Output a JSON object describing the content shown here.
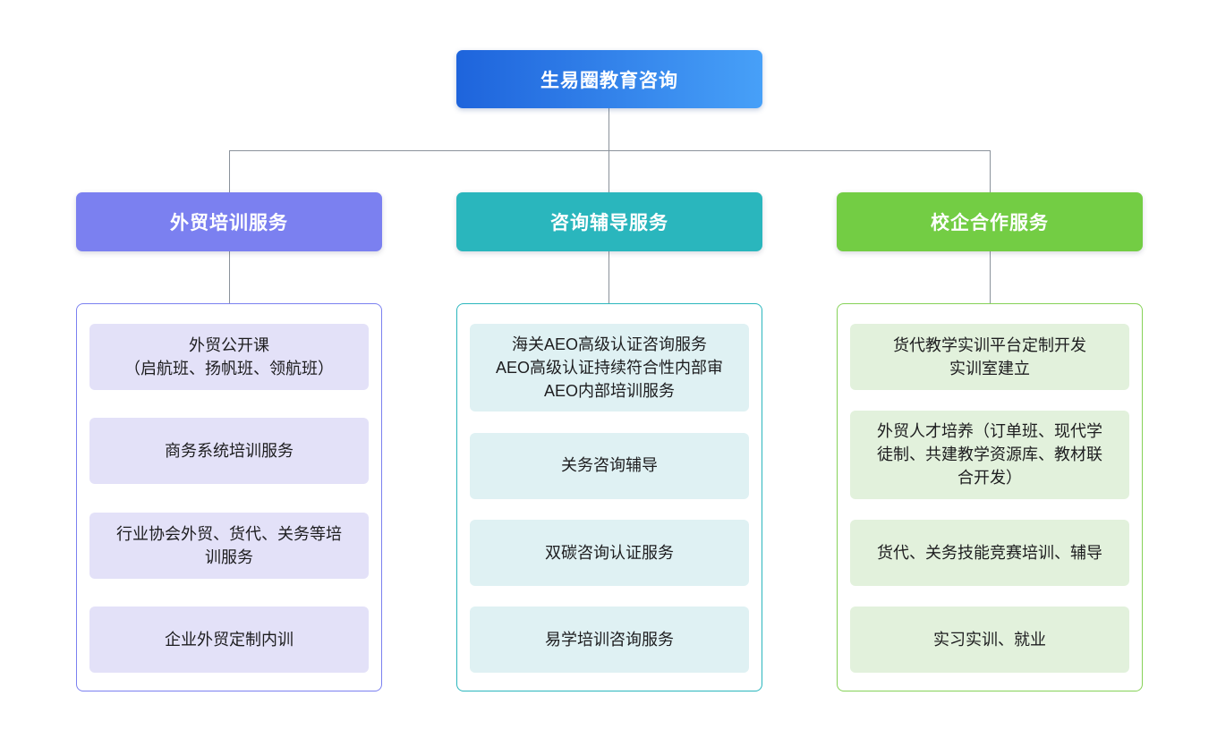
{
  "root": {
    "label": "生易圈教育咨询",
    "gradient_start": "#1E64DC",
    "gradient_end": "#47A0F8",
    "text_color": "#FFFFFF"
  },
  "connector_color": "#8A929B",
  "branches": [
    {
      "label": "外贸培训服务",
      "accent": "#7B80F0",
      "container_border": "#7B80F0",
      "item_bg": "#E3E1F8",
      "items": [
        "外贸公开课\n（启航班、扬帆班、领航班）",
        "商务系统培训服务",
        "行业协会外贸、货代、关务等培\n训服务",
        "企业外贸定制内训"
      ]
    },
    {
      "label": "咨询辅导服务",
      "accent": "#2AB6BD",
      "container_border": "#2AB6BD",
      "item_bg": "#DFF1F3",
      "items": [
        "海关AEO高级认证咨询服务\nAEO高级认证持续符合性内部审\nAEO内部培训服务",
        "关务咨询辅导",
        "双碳咨询认证服务",
        "易学培训咨询服务"
      ]
    },
    {
      "label": "校企合作服务",
      "accent": "#73CD44",
      "container_border": "#86D257",
      "item_bg": "#E2F1DC",
      "items": [
        "货代教学实训平台定制开发\n实训室建立",
        "外贸人才培养（订单班、现代学\n徒制、共建教学资源库、教材联\n合开发）",
        "货代、关务技能竞赛培训、辅导",
        "实习实训、就业"
      ]
    }
  ]
}
